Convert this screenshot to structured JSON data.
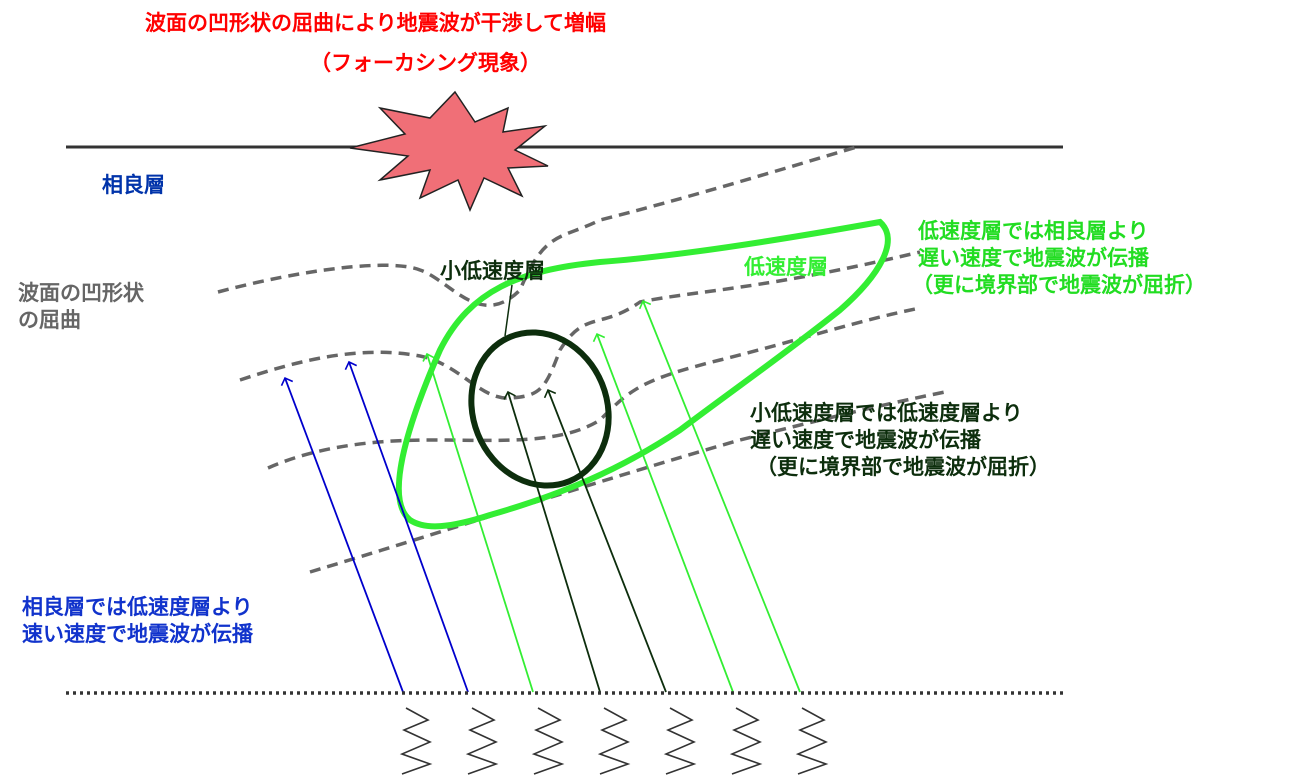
{
  "colors": {
    "red": "#ff0000",
    "blue": "#0000cc",
    "darkblue_text": "#0033aa",
    "green": "#33ee33",
    "darkgreen": "#0d2e0d",
    "gray": "#555555",
    "burst_fill": "#f06f77"
  },
  "title": {
    "line1": "波面の凹形状の屈曲により地震波が干渉して増幅",
    "line2": "（フォーカシング現象）"
  },
  "labels": {
    "sagara": "相良層",
    "wave_bend_1": "波面の凹形状",
    "wave_bend_2": "の屈曲",
    "small_low": "小低速度層",
    "low": "低速度層",
    "low_desc_1": "低速度層では相良層より",
    "low_desc_2": "遅い速度で地震波が伝播",
    "low_desc_3": "（更に境界部で地震波が屈折）",
    "small_desc_1": "小低速度層では低速度層より",
    "small_desc_2": "遅い速度で地震波が伝播",
    "small_desc_3": "（更に境界部で地震波が屈折）",
    "sagara_desc_1": "相良層では低速度層より",
    "sagara_desc_2": "速い速度で地震波が伝播"
  },
  "icons": {
    "burst": "explosion-burst-icon",
    "source": "zigzag-wave-icon"
  }
}
